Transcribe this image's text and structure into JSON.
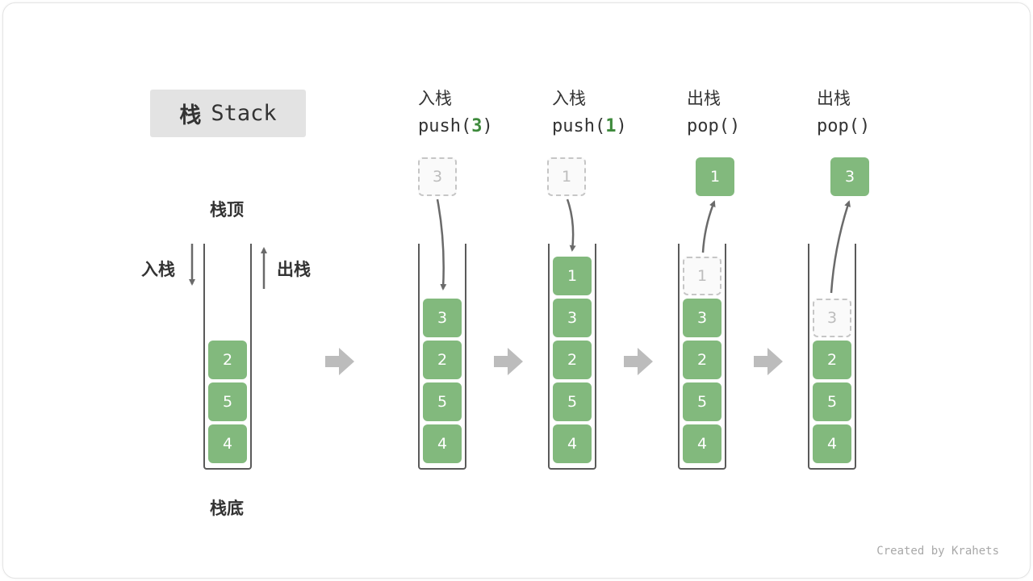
{
  "title": {
    "cn": "栈",
    "en": "Stack"
  },
  "labels": {
    "top": "栈顶",
    "bottom": "栈底",
    "push": "入栈",
    "pop": "出栈"
  },
  "initial_stack": [
    "2",
    "5",
    "4"
  ],
  "steps": [
    {
      "cn": "入栈",
      "code_prefix": "push(",
      "code_arg": "3",
      "code_suffix": ")",
      "moving": "3",
      "stack": [
        "3",
        "2",
        "5",
        "4"
      ]
    },
    {
      "cn": "入栈",
      "code_prefix": "push(",
      "code_arg": "1",
      "code_suffix": ")",
      "moving": "1",
      "stack": [
        "1",
        "3",
        "2",
        "5",
        "4"
      ]
    },
    {
      "cn": "出栈",
      "code_prefix": "pop()",
      "code_arg": "",
      "code_suffix": "",
      "moving": "1",
      "ghost": "1",
      "stack": [
        "3",
        "2",
        "5",
        "4"
      ]
    },
    {
      "cn": "出栈",
      "code_prefix": "pop()",
      "code_arg": "",
      "code_suffix": "",
      "moving": "3",
      "ghost": "3",
      "stack": [
        "2",
        "5",
        "4"
      ]
    }
  ],
  "credit": "Created by Krahets",
  "colors": {
    "block": "#82b97d",
    "accent": "#3e8a3c",
    "arrow": "#bcbcbc",
    "line": "#6a6a6a"
  }
}
